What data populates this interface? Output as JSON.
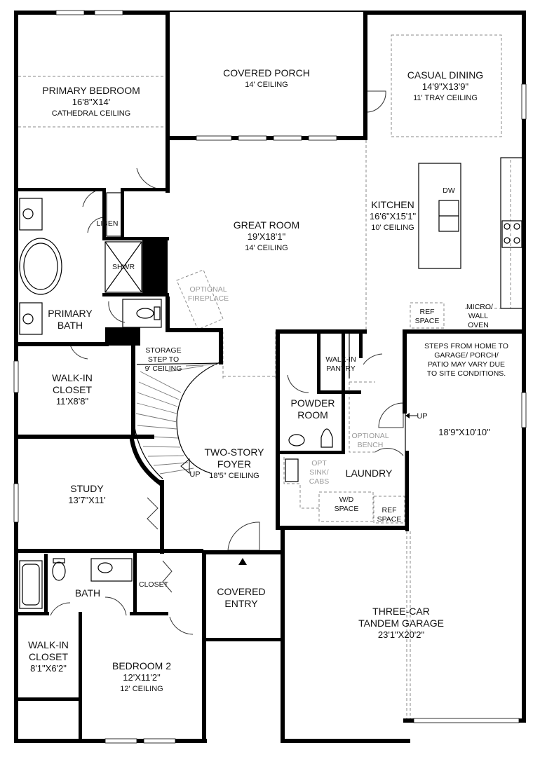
{
  "rooms": {
    "covered_porch": {
      "name": "COVERED PORCH",
      "note": "14' CEILING"
    },
    "casual_dining": {
      "name": "CASUAL DINING",
      "size": "14'9\"X13'9\"",
      "note": "11' TRAY CEILING"
    },
    "primary_bedroom": {
      "name": "PRIMARY BEDROOM",
      "size": "16'8\"X14'",
      "note": "CATHEDRAL CEILING"
    },
    "great_room": {
      "name": "GREAT ROOM",
      "size": "19'X18'1\"",
      "note": "14' CEILING"
    },
    "kitchen": {
      "name": "KITCHEN",
      "size": "16'6\"X15'1\"",
      "note": "10' CEILING"
    },
    "linen": {
      "name": "LINEN"
    },
    "shower": {
      "name": "SHWR"
    },
    "primary_bath": {
      "name1": "PRIMARY",
      "name2": "BATH"
    },
    "optional_fireplace": {
      "line1": "OPTIONAL",
      "line2": "FIREPLACE"
    },
    "dw": {
      "name": "DW"
    },
    "ref_space_kitchen": {
      "line1": "REF",
      "line2": "SPACE"
    },
    "micro_wall_oven": {
      "line1": "MICRO/",
      "line2": "WALL",
      "line3": "OVEN"
    },
    "storage": {
      "line1": "STORAGE",
      "line2": "STEP TO",
      "line3": "9' CEILING"
    },
    "walk_in_pantry": {
      "line1": "WALK-IN",
      "line2": "PANTRY"
    },
    "walk_in_closet_primary": {
      "line1": "WALK-IN",
      "line2": "CLOSET",
      "size": "11'X8'8\""
    },
    "steps_note": {
      "line1": "STEPS FROM HOME TO",
      "line2": "GARAGE/ PORCH/",
      "line3": "PATIO MAY VARY DUE",
      "line4": "TO SITE CONDITIONS."
    },
    "powder_room": {
      "line1": "POWDER",
      "line2": "ROOM"
    },
    "up_mudroom": "UP",
    "mudroom_size": "18'9\"X10'10\"",
    "optional_bench": {
      "line1": "OPTIONAL",
      "line2": "BENCH"
    },
    "foyer": {
      "name": "TWO-STORY",
      "name2": "FOYER",
      "note": "18'5\" CEILING"
    },
    "up_stairs": "UP",
    "study": {
      "name": "STUDY",
      "size": "13'7\"X11'"
    },
    "opt_sink": {
      "line1": "OPT",
      "line2": "SINK/",
      "line3": "CABS"
    },
    "laundry": {
      "name": "LAUNDRY"
    },
    "wd_space": {
      "line1": "W/D",
      "line2": "SPACE"
    },
    "ref_space_laundry": {
      "line1": "REF",
      "line2": "SPACE"
    },
    "bath": {
      "name": "BATH"
    },
    "closet": {
      "name": "CLOSET"
    },
    "covered_entry": {
      "line1": "COVERED",
      "line2": "ENTRY"
    },
    "garage": {
      "line1": "THREE-CAR",
      "line2": "TANDEM GARAGE",
      "size": "23'1\"X20'2\""
    },
    "walk_in_closet_2": {
      "line1": "WALK-IN",
      "line2": "CLOSET",
      "size": "8'1\"X6'2\""
    },
    "bedroom2": {
      "name": "BEDROOM 2",
      "size": "12'X11'2\"",
      "note": "12' CEILING"
    }
  }
}
